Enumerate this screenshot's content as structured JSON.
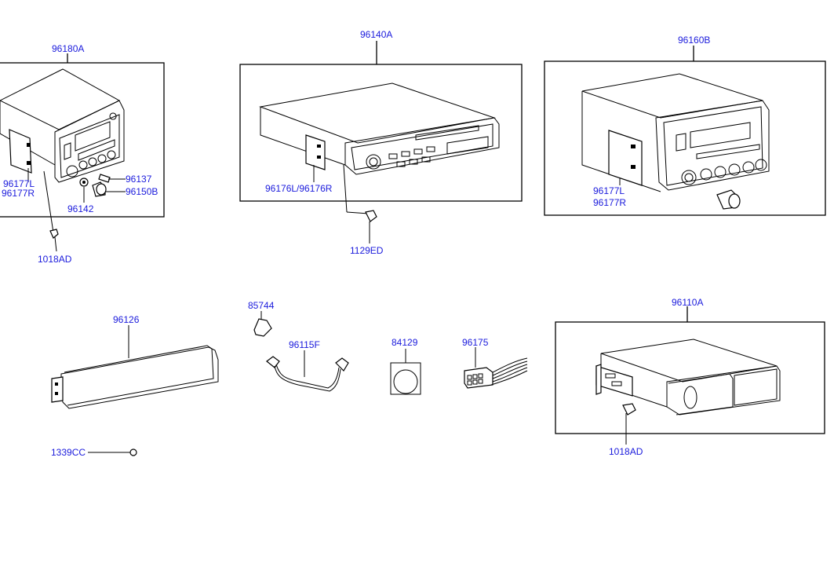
{
  "colors": {
    "label": "#1a1adc",
    "line": "#000000",
    "background": "#ffffff"
  },
  "labels": {
    "radio_96180a": "96180A",
    "bracket_96177_left_1": "96177L",
    "bracket_96177_right_1": "96177R",
    "knob_96137": "96137",
    "knob_96150b": "96150B",
    "washer_96142": "96142",
    "screw_1018ad_1": "1018AD",
    "radio_96140a": "96140A",
    "bracket_96176": "96176L/96176R",
    "screw_1129ed": "1129ED",
    "radio_96160b": "96160B",
    "bracket_96177_left_2": "96177L",
    "bracket_96177_right_2": "96177R",
    "cover_96126": "96126",
    "plug_85744": "85744",
    "cable_96115f": "96115F",
    "pad_84129": "84129",
    "connector_96175": "96175",
    "changer_96110a": "96110A",
    "screw_1018ad_2": "1018AD",
    "screw_1339cc": "1339CC"
  }
}
